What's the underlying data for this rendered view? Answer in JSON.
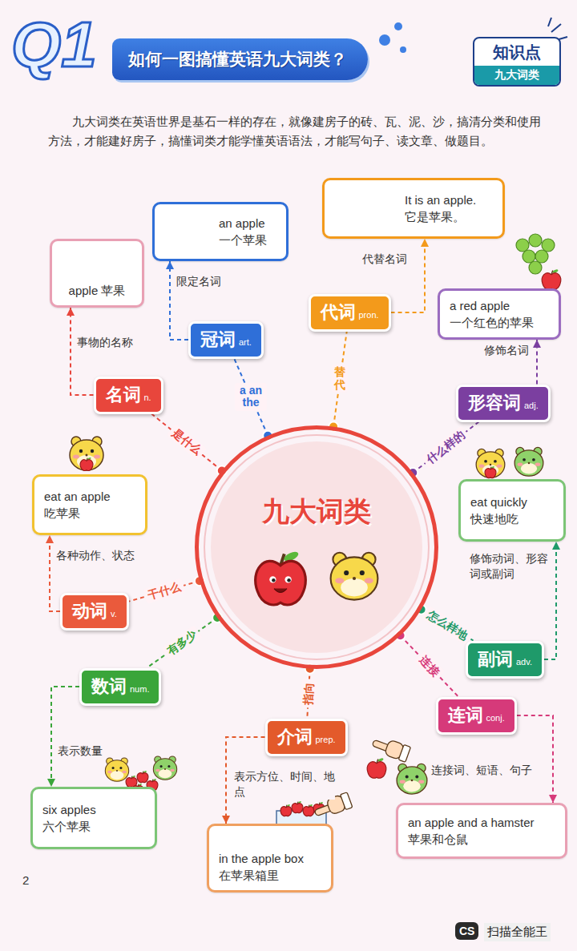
{
  "diagram": {
    "title": "如何一图搞懂英语九大词类？",
    "nodes": [
      {
        "text": [
          "知识点",
          "九大词类"
        ]
      },
      {
        "text": [
          "It is an apple.",
          "它是苹果。"
        ]
      },
      {
        "text": [
          "an apple",
          "一个苹果"
        ]
      },
      {
        "text": [
          "apple 苹果"
        ]
      },
      {
        "text": [
          "代词",
          "pron."
        ]
      },
      {
        "text": [
          "a red apple",
          "一个红色的苹果"
        ]
      },
      {
        "text": [
          "冠词",
          "art."
        ]
      },
      {
        "text": [
          "名词",
          "n."
        ]
      },
      {
        "text": [
          "形容词",
          "adj."
        ]
      },
      {
        "text": [
          "九大词类"
        ]
      },
      {
        "text": [
          "eat an apple",
          "吃苹果"
        ]
      },
      {
        "text": [
          "eat quickly",
          "快速地吃"
        ]
      },
      {
        "text": [
          "动词",
          "v."
        ]
      },
      {
        "text": [
          "副词",
          "adv."
        ]
      },
      {
        "text": [
          "数词",
          "num."
        ]
      },
      {
        "text": [
          "介词",
          "prep."
        ]
      },
      {
        "text": [
          "连词",
          "conj."
        ]
      },
      {
        "text": [
          "six apples",
          "六个苹果"
        ]
      },
      {
        "text": [
          "an apple and a hamster",
          "苹果和仓鼠"
        ]
      },
      {
        "text": [
          "in the apple box",
          "在苹果箱里"
        ]
      }
    ],
    "edges": [
      {
        "from": 9,
        "to": 7,
        "label": "是什么",
        "arrow": "none"
      },
      {
        "from": 9,
        "to": 6,
        "label": "a an the",
        "arrow": "none"
      },
      {
        "from": 9,
        "to": 4,
        "label": "替代",
        "arrow": "none"
      },
      {
        "from": 9,
        "to": 8,
        "label": "什么样的",
        "arrow": "none"
      },
      {
        "from": 9,
        "to": 13,
        "label": "怎么样地",
        "arrow": "none"
      },
      {
        "from": 9,
        "to": 16,
        "label": "连接",
        "arrow": "none"
      },
      {
        "from": 9,
        "to": 15,
        "label": "指向",
        "arrow": "none"
      },
      {
        "from": 9,
        "to": 14,
        "label": "有多少",
        "arrow": "none"
      },
      {
        "from": 9,
        "to": 12,
        "label": "干什么",
        "arrow": "none"
      },
      {
        "from": 7,
        "to": 3,
        "label": "事物的名称",
        "arrow": "to"
      },
      {
        "from": 6,
        "to": 2,
        "label": "限定名词",
        "arrow": "to"
      },
      {
        "from": 4,
        "to": 1,
        "label": "代替名词",
        "arrow": "to"
      },
      {
        "from": 8,
        "to": 5,
        "label": "修饰名词",
        "arrow": "to"
      },
      {
        "from": 12,
        "to": 10,
        "label": "各种动作、状态",
        "arrow": "to"
      },
      {
        "from": 13,
        "to": 11,
        "label": "修饰动词、形容词或副词",
        "arrow": "to"
      },
      {
        "from": 14,
        "to": 17,
        "label": "表示数量",
        "arrow": "to"
      },
      {
        "from": 15,
        "to": 19,
        "label": "表示方位、时间、地点",
        "arrow": "to"
      },
      {
        "from": 16,
        "to": 18,
        "label": "连接词、短语、句子",
        "arrow": "to"
      }
    ],
    "labels": [
      "Q1",
      "九大词类在英语世界是基石一样的存在，就像建房子的砖、瓦、泥、沙，搞清分类和使用方法，才能建好房子，搞懂词类才能学懂英语语法，才能写句子、读文章、做题目。",
      "2",
      "CS",
      "扫描全能王"
    ]
  }
}
